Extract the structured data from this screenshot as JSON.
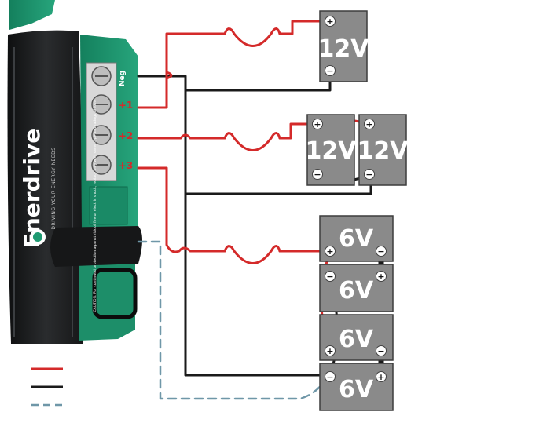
{
  "charger": {
    "brand": "Enerdrive",
    "tagline": "DRIVING YOUR ENERGY NEEDS",
    "caution_text": "CAUTION: For continued protection against risk of fire or electric shock, replace only with same type and ratings of fuse.",
    "terminals": {
      "neg": "Neg",
      "plus_1": "+1",
      "plus_2": "+2",
      "plus_3": "+3"
    }
  },
  "batteries": {
    "bank1": [
      "12V"
    ],
    "bank2": [
      "12V",
      "12V"
    ],
    "bank3": [
      "6V",
      "6V",
      "6V",
      "6V"
    ]
  },
  "battery_terminal_symbols": {
    "positive": "+",
    "negative": "−"
  },
  "colors": {
    "positive_wire": "#d42a2a",
    "negative_wire": "#1a1a1a",
    "sense_wire": "#6f97a8",
    "battery_fill": "#8a8a8a",
    "charger_green": "#1f9a72",
    "charger_body": "#1b1d1f"
  }
}
